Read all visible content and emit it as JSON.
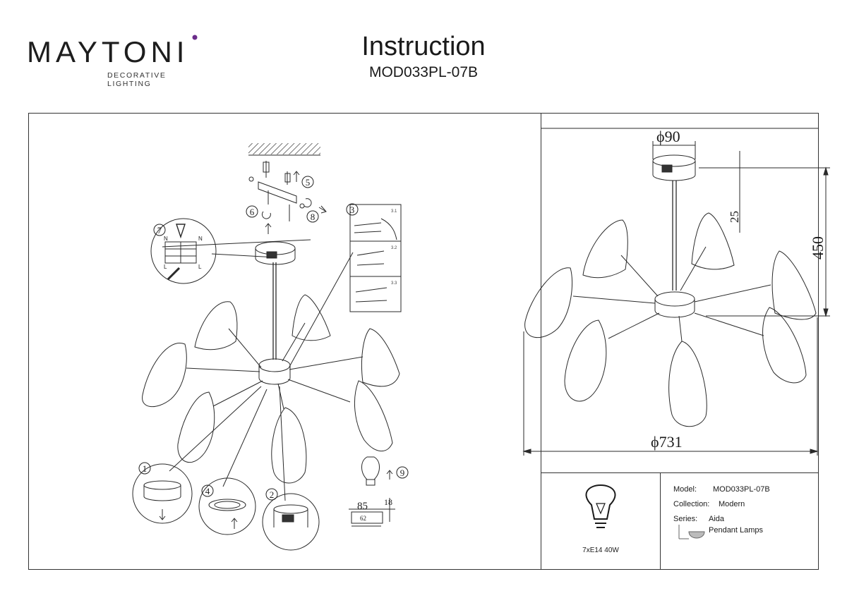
{
  "brand": {
    "name": "MAYTONI",
    "tagline": "DECORATIVE LIGHTING",
    "accent_color": "#6b2c8a"
  },
  "header": {
    "title": "Instruction",
    "model_code": "MOD033PL-07B"
  },
  "dimensions": {
    "canopy_diameter": "ϕ90",
    "canopy_height": "25",
    "total_height": "450",
    "total_diameter": "ϕ731"
  },
  "bulb_detail": {
    "width": "85",
    "inner": "62",
    "height": "18"
  },
  "steps": [
    "1",
    "2",
    "3",
    "4",
    "5",
    "6",
    "7",
    "8",
    "9"
  ],
  "substeps": [
    "3.1",
    "3.2",
    "3.3"
  ],
  "terminal": {
    "left": [
      "N",
      "L"
    ],
    "right": [
      "N",
      "L"
    ]
  },
  "specs": {
    "model_label": "Model:",
    "model_value": "MOD033PL-07B",
    "collection_label": "Collection:",
    "collection_value": "Modern",
    "series_label": "Series:",
    "series_value": "Aida",
    "type_value": "Pendant Lamps",
    "power": "7xE14 40W"
  }
}
